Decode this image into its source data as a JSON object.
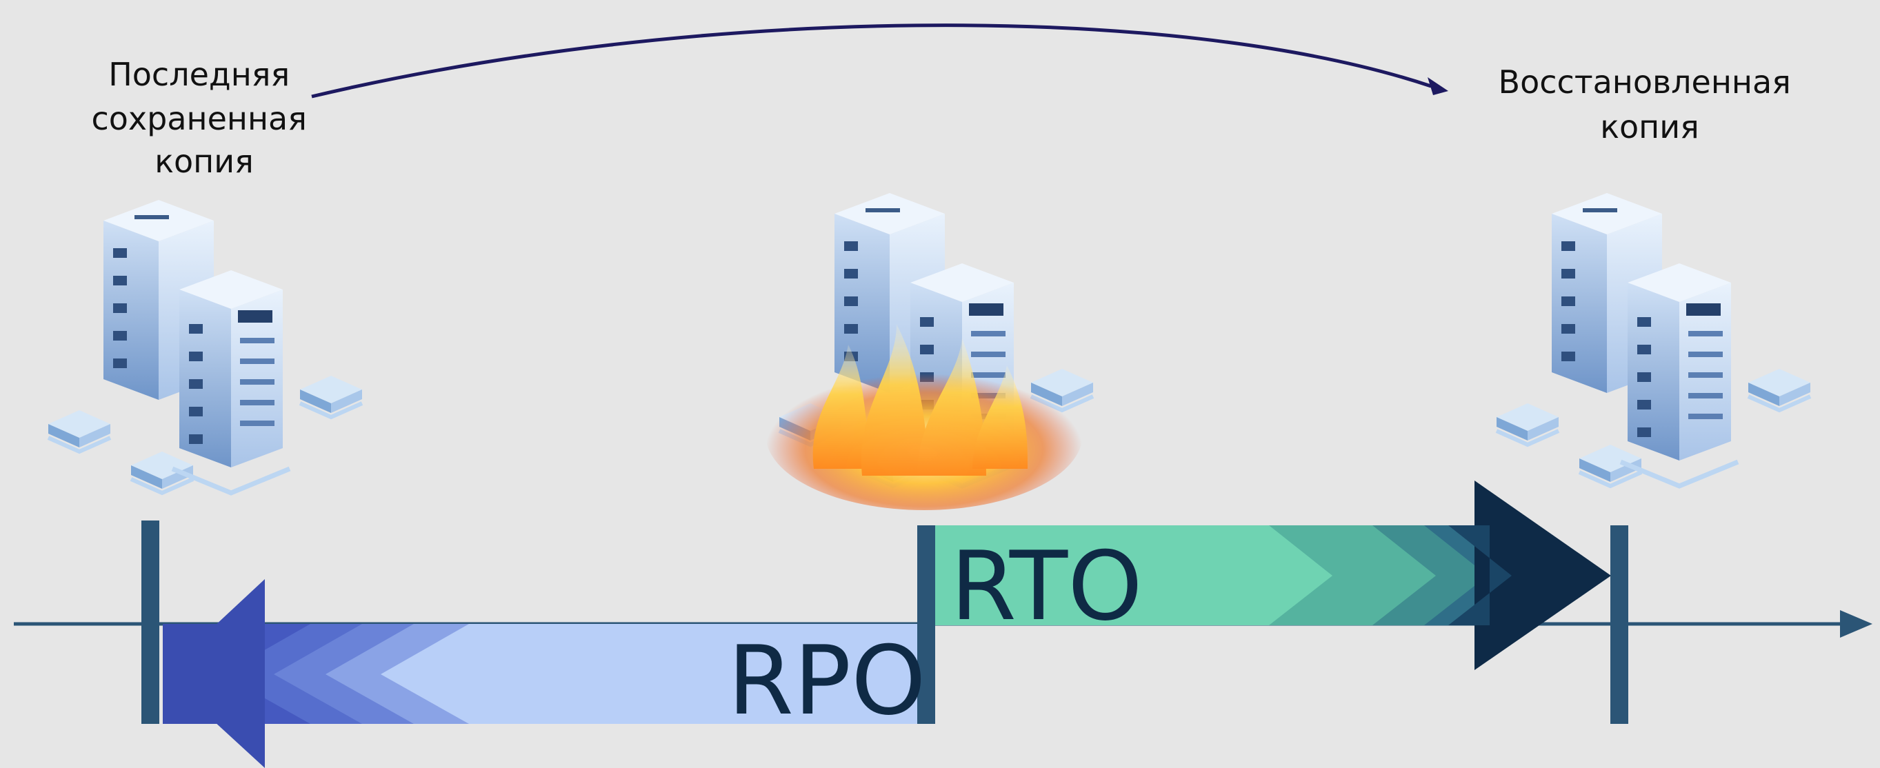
{
  "labels": {
    "left_caption": [
      "Последняя",
      "сохраненная",
      "копия"
    ],
    "right_caption": [
      "Восстановленная",
      "копия"
    ],
    "rpo": "RPO",
    "rto": "RTO"
  },
  "icons": {
    "left": "server-rack-icon",
    "middle": "server-rack-on-fire-icon",
    "right": "server-rack-icon"
  },
  "colors": {
    "background": "#e6e6e6",
    "timeline": "#2b5576",
    "curve": "#1d1960",
    "rpo_light": "#b8cff8",
    "rpo_dark": "#3a4db0",
    "rto_light": "#6fd3b2",
    "rto_dark": "#0e2a47",
    "label_text": "#0f2a45"
  }
}
